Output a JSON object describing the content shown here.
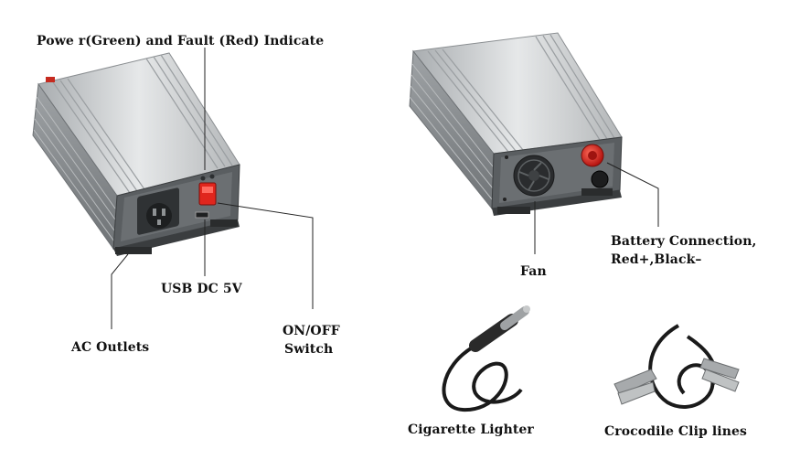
{
  "labels": {
    "power_fault": "Powe r(Green) and Fault (Red) Indicate",
    "usb": "USB DC 5V",
    "ac_outlets": "AC Outlets",
    "on_off_1": "ON/OFF",
    "on_off_2": "Switch",
    "fan": "Fan",
    "battery_1": "Battery Connection,",
    "battery_2": "Red+,Black–",
    "cig_lighter": "Cigarette Lighter",
    "croc_clips": "Crocodile Clip lines"
  },
  "colors": {
    "casing": "#c9ccce",
    "casing_dark": "#8d9194",
    "indicator_red": "#e0261d",
    "terminal_red": "#d81e1e"
  }
}
